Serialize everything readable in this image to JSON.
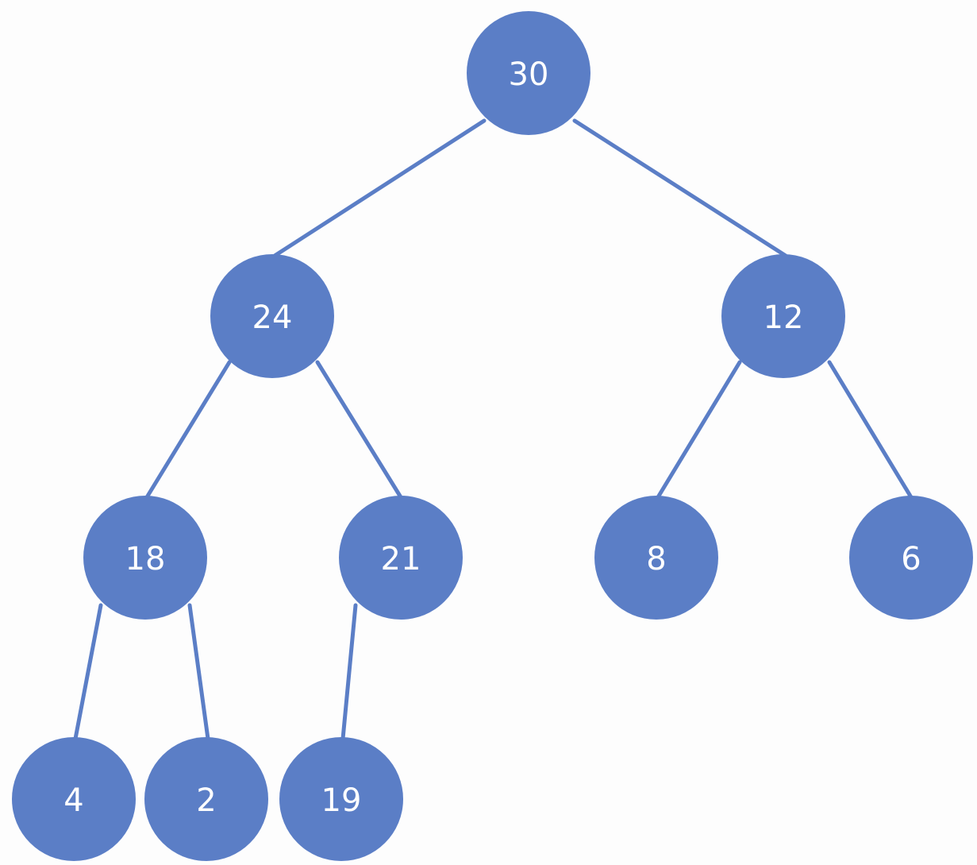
{
  "diagram": {
    "type": "binary-tree",
    "colors": {
      "node_fill": "#5b7ec6",
      "edge": "#5b7ec6",
      "label": "#ffffff",
      "background": "#fdfdfd"
    },
    "nodes": [
      {
        "id": "n30",
        "label": "30"
      },
      {
        "id": "n24",
        "label": "24"
      },
      {
        "id": "n12",
        "label": "12"
      },
      {
        "id": "n18",
        "label": "18"
      },
      {
        "id": "n21",
        "label": "21"
      },
      {
        "id": "n8",
        "label": "8"
      },
      {
        "id": "n6",
        "label": "6"
      },
      {
        "id": "n4",
        "label": "4"
      },
      {
        "id": "n2",
        "label": "2"
      },
      {
        "id": "n19",
        "label": "19"
      }
    ],
    "edges": [
      {
        "from": "n30",
        "to": "n24"
      },
      {
        "from": "n30",
        "to": "n12"
      },
      {
        "from": "n24",
        "to": "n18"
      },
      {
        "from": "n24",
        "to": "n21"
      },
      {
        "from": "n12",
        "to": "n8"
      },
      {
        "from": "n12",
        "to": "n6"
      },
      {
        "from": "n18",
        "to": "n4"
      },
      {
        "from": "n18",
        "to": "n2"
      },
      {
        "from": "n21",
        "to": "n19"
      }
    ]
  }
}
